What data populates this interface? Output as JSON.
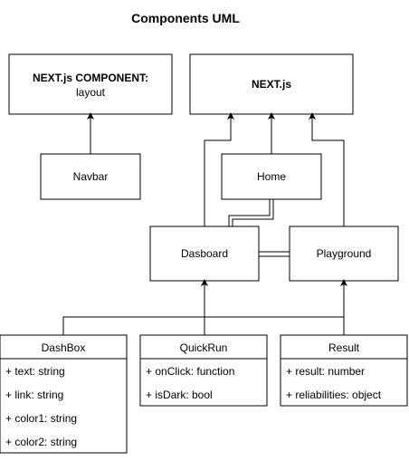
{
  "title": "Components UML",
  "boxes": {
    "layout": {
      "line1": "NEXT.js COMPONENT:",
      "line2": "layout"
    },
    "nextjs": {
      "label": "NEXT.js"
    },
    "navbar": {
      "label": "Navbar"
    },
    "home": {
      "label": "Home"
    },
    "dashboard": {
      "label": "Dasboard"
    },
    "playground": {
      "label": "Playground"
    }
  },
  "classes": {
    "dashbox": {
      "name": "DashBox",
      "attributes": [
        "+ text: string",
        "+ link: string",
        "+ color1: string",
        "+ color2: string"
      ]
    },
    "quickrun": {
      "name": "QuickRun",
      "attributes": [
        "+ onClick: function",
        "+ isDark: bool"
      ]
    },
    "result": {
      "name": "Result",
      "attributes": [
        "+ result: number",
        "+ reliabilities: object"
      ]
    }
  }
}
